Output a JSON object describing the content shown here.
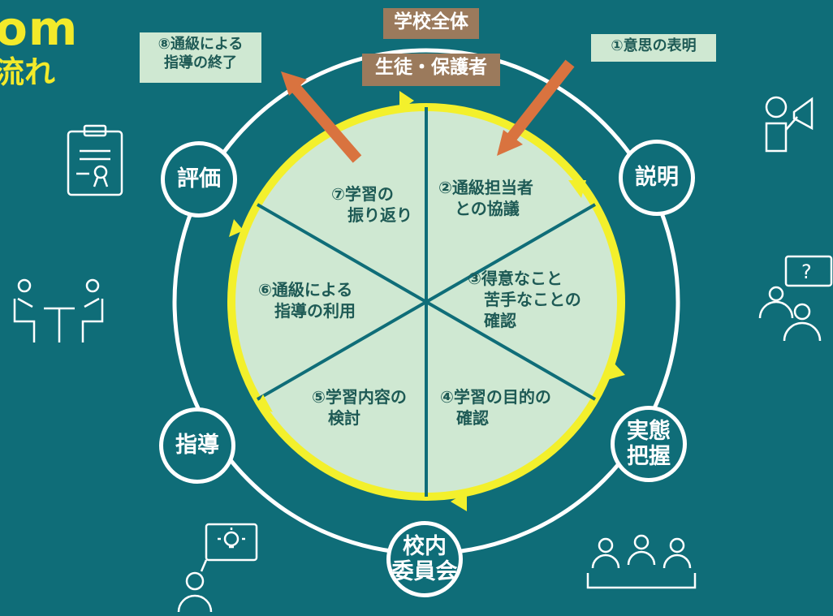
{
  "header": {
    "title_en": "om",
    "title_ja": "流れ"
  },
  "tags": {
    "school_all": "学校全体",
    "students_parents": "生徒・保護者"
  },
  "notes": {
    "end": "⑧通級による\n指導の終了",
    "intent": "①意思の表明"
  },
  "nodes": {
    "evaluation": "評価",
    "explanation": "説明",
    "guidance": "指導",
    "assessment": "実態\n把握",
    "committee": "校内\n委員会"
  },
  "segments": {
    "s2": "②通級担当者\n　との協議",
    "s3": "③得意なこと\n　苦手なことの\n　確認",
    "s4": "④学習の目的の\n　確認",
    "s5": "⑤学習内容の\n　検討",
    "s6": "⑥通級による\n　指導の利用",
    "s7": "⑦学習の\n　振り返り"
  },
  "colors": {
    "background": "#0f6d78",
    "ring": "#ffffff",
    "yellow": "#f3f02c",
    "segment": "#cfe8d2",
    "accent_arrow": "#d9733f",
    "tag_brown": "#9b7a5c"
  },
  "icons": [
    "certificate-icon",
    "consultation-icon",
    "megaphone-speaker-icon",
    "question-person-icon",
    "idea-person-icon",
    "meeting-group-icon"
  ]
}
